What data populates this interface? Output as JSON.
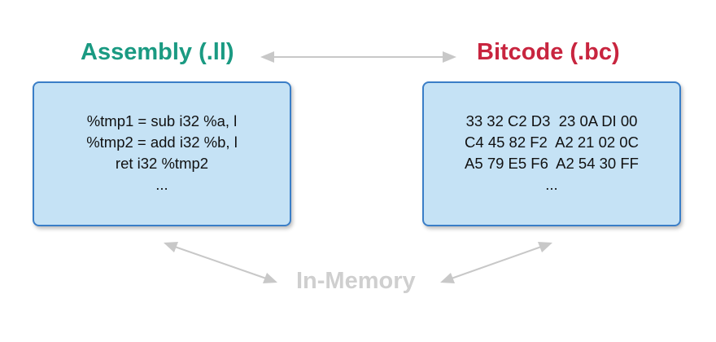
{
  "assembly": {
    "title": "Assembly (.ll)",
    "lines": [
      "%tmp1 = sub i32 %a, l",
      "%tmp2 = add i32 %b, l",
      "ret i32 %tmp2",
      "..."
    ]
  },
  "bitcode": {
    "title": "Bitcode (.bc)",
    "lines": [
      "33 32 C2 D3  23 0A DI 00",
      "C4 45 82 F2  A2 21 02 0C",
      "A5 79 E5 F6  A2 54 30 FF",
      "..."
    ]
  },
  "in_memory": {
    "label": "In-Memory"
  },
  "colors": {
    "assembly_title": "#1a9a82",
    "bitcode_title": "#c8253f",
    "box_fill": "#c5e2f5",
    "box_border": "#3a7ec7",
    "arrow": "#c8c8c8",
    "in_memory_label": "#cfcfcf"
  }
}
